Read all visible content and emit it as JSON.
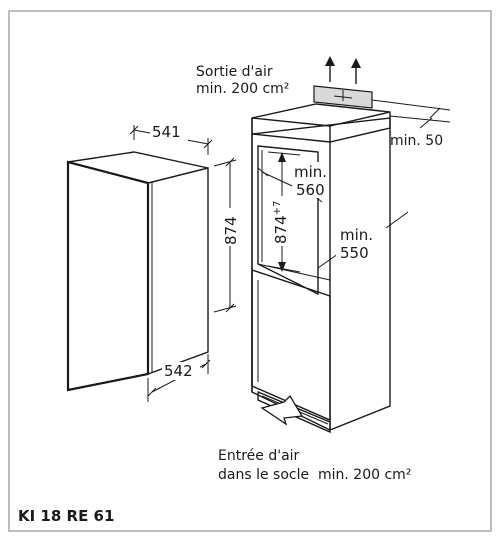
{
  "labels": {
    "air_out_1": "Sortie d'air",
    "air_out_2": "min. 200 cm²",
    "air_in_1": "Entrée d'air",
    "air_in_2": "dans le socle",
    "air_in_3": "min. 200 cm²",
    "model": "KI 18 RE 61"
  },
  "dimensions": {
    "appliance_width": "541",
    "appliance_height": "874",
    "appliance_depth": "542",
    "niche_height": "874",
    "niche_height_tol": "+7",
    "niche_width_a": "min.",
    "niche_width_b": "560",
    "niche_depth_a": "min.",
    "niche_depth_b": "550",
    "vent_gap": "min. 50"
  },
  "colors": {
    "frame": "#bdbdbd",
    "background": "#ffffff",
    "ink": "#1a1a1a",
    "panel_gray": "#d9d9d9"
  }
}
